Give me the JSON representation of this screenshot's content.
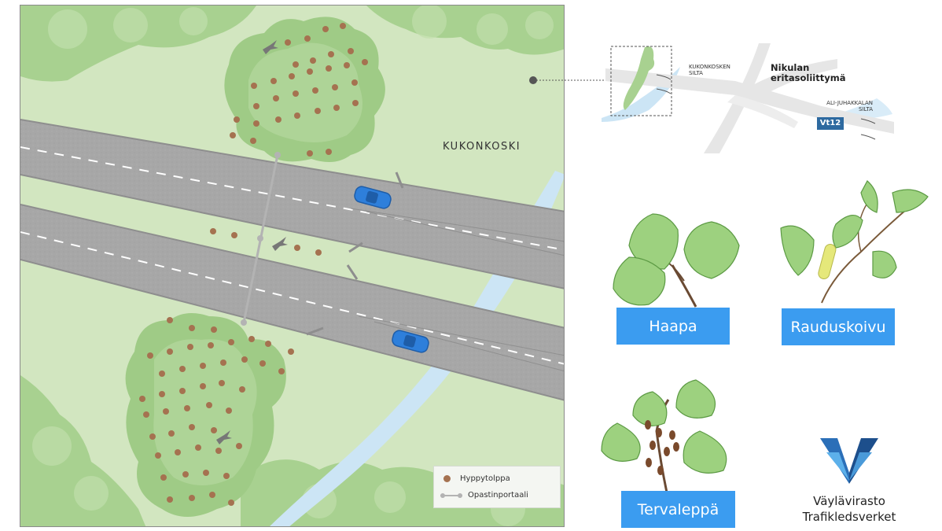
{
  "map": {
    "place_label": "KUKONKOSKI",
    "legend": {
      "jump_pole": "Hyppytolppa",
      "sign_portal": "Opastinportaali"
    }
  },
  "inset": {
    "bridge_1": [
      "KUKONKOSKEN",
      "SILTA"
    ],
    "interchange": [
      "Nikulan",
      "eritasoliittymä"
    ],
    "bridge_2": [
      "ALI-JUHAKKALAN",
      "SILTA"
    ],
    "road": "Vt12"
  },
  "species": [
    {
      "name": "Haapa"
    },
    {
      "name": "Rauduskoivu"
    },
    {
      "name": "Tervaleppä"
    }
  ],
  "logo": {
    "line1": "Väylävirasto",
    "line2": "Trafikledsverket"
  },
  "colors": {
    "meadow": "#d2e6c0",
    "forest": "#a8d190",
    "road": "#a6a6a6",
    "river": "#cce5f5",
    "pole": "#a57250",
    "label_blue": "#3b9cf0",
    "car": "#2e7fdb"
  }
}
